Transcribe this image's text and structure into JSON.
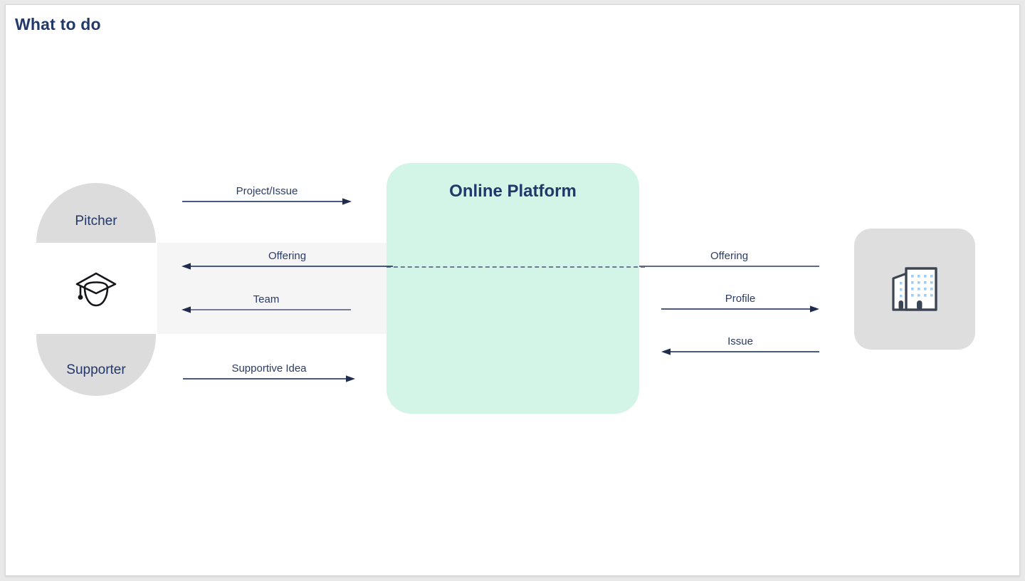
{
  "page": {
    "title": "What to do",
    "title_color": "#22386b",
    "canvas_background": "#ffffff",
    "border_color": "#d8d8d8"
  },
  "colors": {
    "navy": "#22386b",
    "platform_green": "#d2f5e8",
    "actor_gray": "#dcdcdc",
    "band_gray": "#f5f5f5",
    "company_gray": "#dedede",
    "arrow_navy": "#2f4270",
    "arrow_slate": "#5f6b84",
    "dash_line": "#6e7895"
  },
  "actors": {
    "left": {
      "top_label": "Pitcher",
      "bottom_label": "Supporter",
      "icon": "graduation-cap-icon"
    },
    "center": {
      "label": "Online Platform"
    },
    "right": {
      "icon": "office-buildings-icon"
    }
  },
  "flows": {
    "left": [
      {
        "label": "Project/Issue",
        "direction": "right",
        "from": "Pitcher",
        "to": "Online Platform"
      },
      {
        "label": "Offering",
        "direction": "left",
        "from": "Online Platform",
        "to": "Pitcher"
      },
      {
        "label": "Team",
        "direction": "left",
        "from": "Online Platform",
        "to": "Pitcher"
      },
      {
        "label": "Supportive Idea",
        "direction": "right",
        "from": "Supporter",
        "to": "Online Platform"
      }
    ],
    "right": [
      {
        "label": "Offering",
        "direction": "none",
        "from": "Company",
        "to": "Online Platform"
      },
      {
        "label": "Profile",
        "direction": "right",
        "from": "Online Platform",
        "to": "Company"
      },
      {
        "label": "Issue",
        "direction": "left",
        "from": "Company",
        "to": "Online Platform"
      }
    ]
  }
}
